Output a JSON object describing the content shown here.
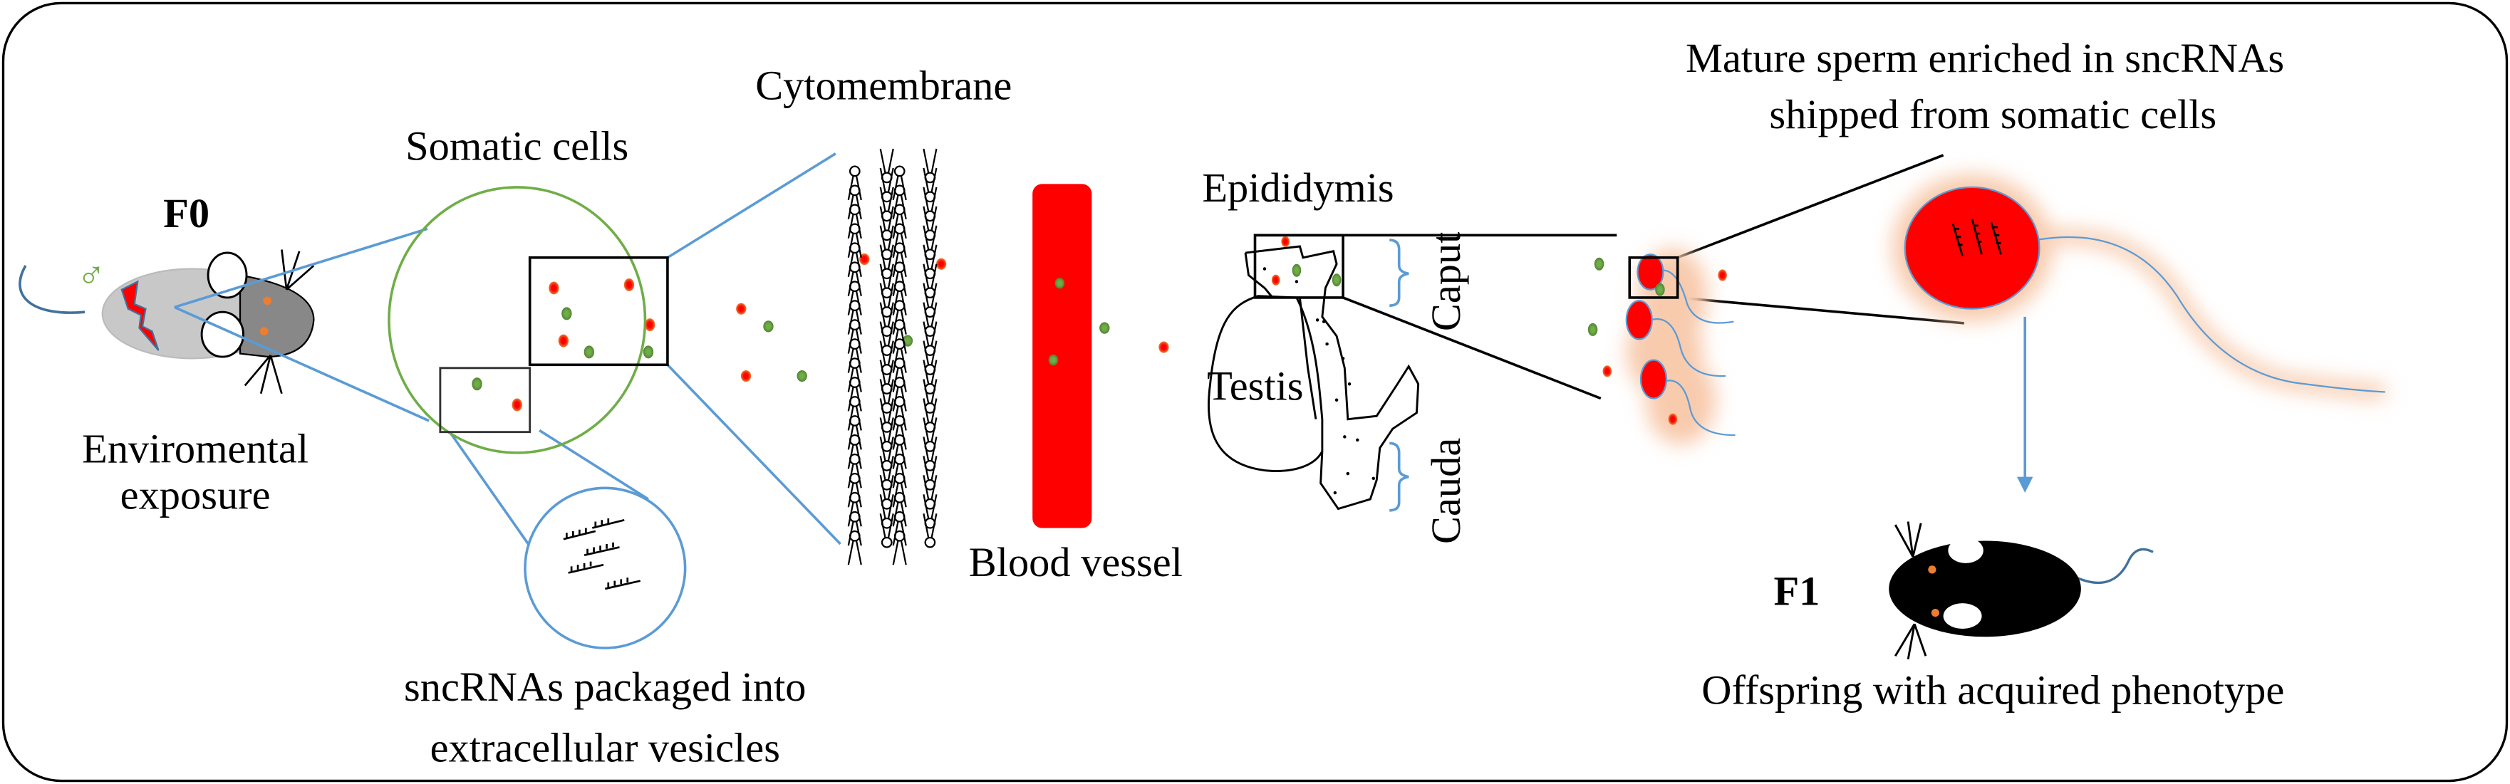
{
  "labels": {
    "f0": "F0",
    "male_symbol": "♂",
    "exposure_line1": "Enviromental",
    "exposure_line2": "exposure",
    "somatic_cells": "Somatic cells",
    "cytomembrane": "Cytomembrane",
    "blood_vessel": "Blood vessel",
    "epididymis": "Epididymis",
    "testis": "Testis",
    "caput": "Caput",
    "cauda": "Cauda",
    "sncrna_line1": "sncRNAs packaged into",
    "sncrna_line2": "extracellular vesicles",
    "mature_line1": "Mature sperm enriched in sncRNAs",
    "mature_line2": "shipped from somatic cells",
    "f1": "F1",
    "offspring": "Offspring with acquired phenotype"
  },
  "colors": {
    "connector_blue": "#5b9bd5",
    "cell_green": "#70ad47",
    "vesicle_red": "#ff0000",
    "vesicle_orange": "#ed7d31",
    "blood": "#ff0000",
    "ev_green": "#548235"
  }
}
